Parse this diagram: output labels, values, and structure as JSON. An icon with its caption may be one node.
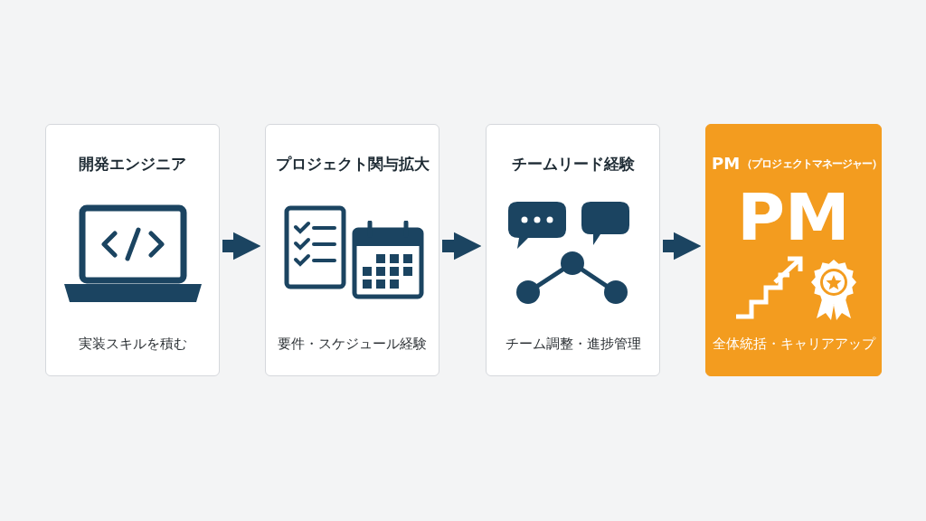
{
  "diagram": {
    "nodes": [
      {
        "text": [
          "開発エンジニア",
          "実装スキルを積む"
        ]
      },
      {
        "text": [
          "プロジェクト関与拡大",
          "要件・スケジュール経験"
        ]
      },
      {
        "text": [
          "チームリード経験",
          "チーム調整・進捗管理"
        ]
      },
      {
        "text": [
          "PM",
          "（プロジェクトマネージャー）",
          "PM",
          "全体統括・キャリアアップ"
        ]
      }
    ],
    "edges": [
      {
        "from": 0,
        "to": 1,
        "arrow": "to"
      },
      {
        "from": 1,
        "to": 2,
        "arrow": "to"
      },
      {
        "from": 2,
        "to": 3,
        "arrow": "to"
      }
    ]
  }
}
